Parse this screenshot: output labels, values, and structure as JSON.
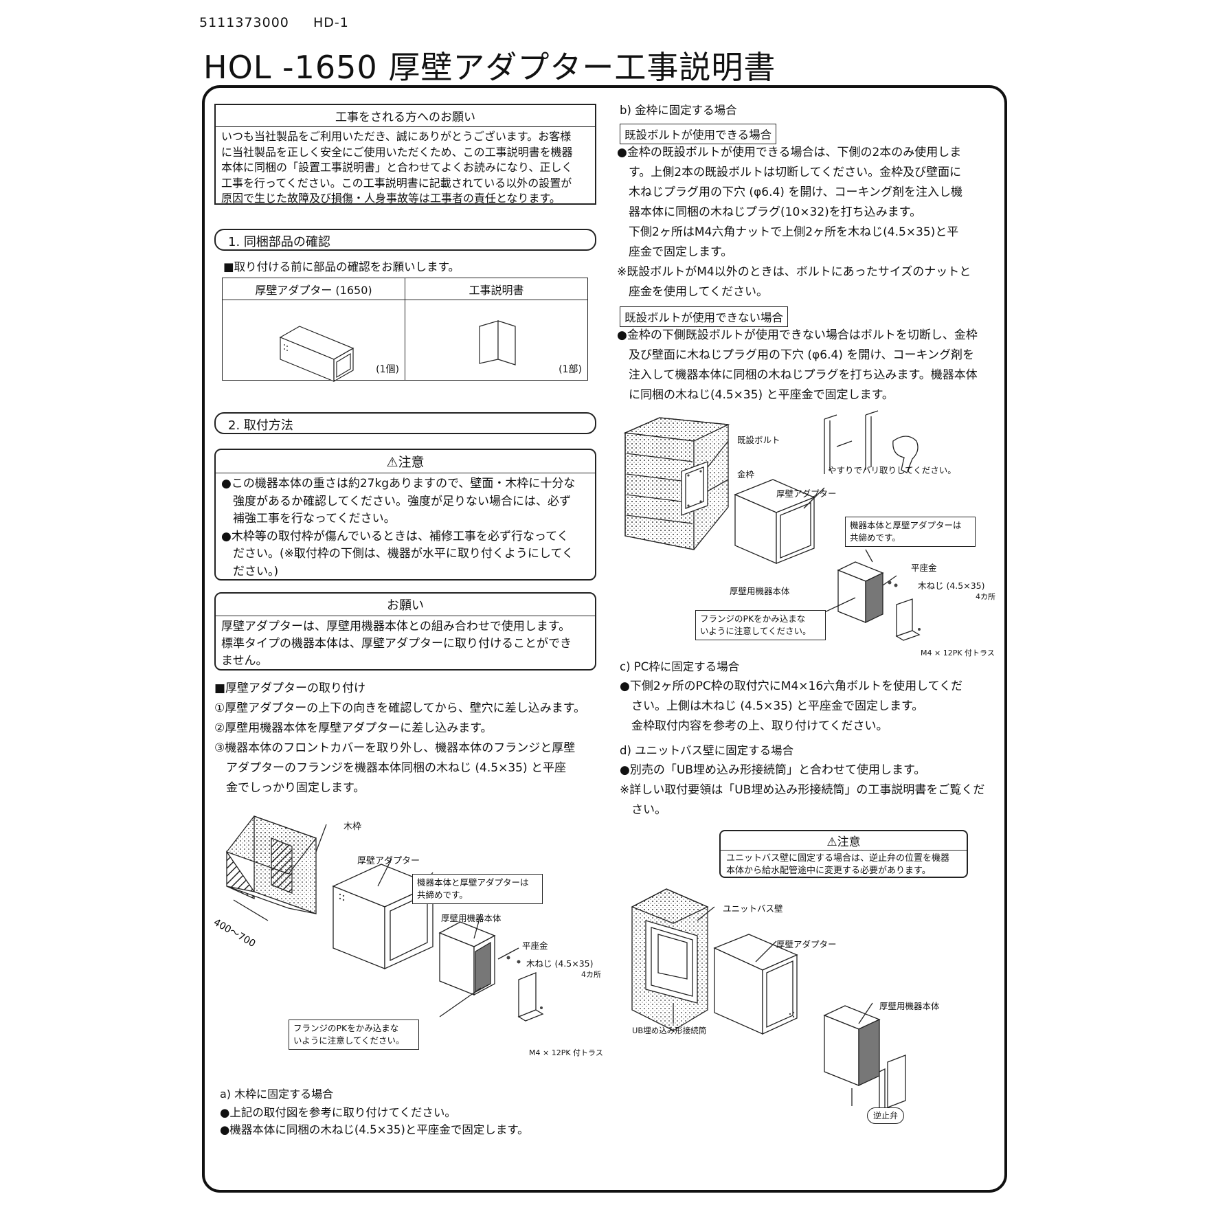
{
  "header": {
    "doc_code": "5111373000",
    "doc_rev": "HD-1",
    "title": "HOL -1650 厚壁アダプター工事説明書"
  },
  "notice_box": {
    "heading": "工事をされる方へのお願い",
    "lines": [
      "いつも当社製品をご利用いただき、誠にありがとうございます。お客様",
      "に当社製品を正しく安全にご使用いただくため、この工事説明書を機器",
      "本体に同梱の「設置工事説明書」と合わせてよくお読みになり、正しく",
      "工事を行ってください。この工事説明書に記載されている以外の設置が",
      "原因で生じた故障及び損傷・人身事故等は工事者の責任となります。"
    ]
  },
  "section1": {
    "heading": "1. 同梱部品の確認",
    "intro": "■取り付ける前に部品の確認をお願いします。",
    "columns": [
      "厚壁アダプター (1650)",
      "工事説明書"
    ],
    "quantities": [
      "(1個)",
      "(1部)"
    ]
  },
  "section2": {
    "heading": "2. 取付方法",
    "caution": {
      "heading": "⚠注意",
      "lines": [
        "●この機器本体の重さは約27kgありますので、壁面・木枠に十分な",
        "　強度があるか確認してください。強度が足りない場合には、必ず",
        "　補強工事を行なってください。",
        "●木枠等の取付枠が傷んでいるときは、補修工事を必ず行なってく",
        "　ださい。(※取付枠の下側は、機器が水平に取り付くようにしてく",
        "　ださい。)"
      ]
    },
    "request": {
      "heading": "お願い",
      "lines": [
        "厚壁アダプターは、厚壁用機器本体との組み合わせで使用します。",
        "標準タイプの機器本体は、厚壁アダプターに取り付けることができ",
        "ません。"
      ]
    },
    "install_heading": "■厚壁アダプターの取り付け",
    "install_steps": [
      "①厚壁アダプターの上下の向きを確認してから、壁穴に差し込みます。",
      "②厚壁用機器本体を厚壁アダプターに差し込みます。",
      "③機器本体のフロントカバーを取り外し、機器本体のフランジと厚壁",
      "　アダプターのフランジを機器本体同梱の木ねじ (4.5×35) と平座",
      "　金でしっかり固定します。"
    ]
  },
  "figure1": {
    "label_wood_frame": "木枠",
    "label_adapter": "厚壁アダプター",
    "callout_cofasten": [
      "機器本体と厚壁アダプターは",
      "共締めです。"
    ],
    "label_unit": "厚壁用機器本体",
    "label_washer": "平座金",
    "label_screw": "木ねじ (4.5×35)",
    "label_4places": "4カ所",
    "dimension": "400～700",
    "callout_flange": [
      "フランジのPKをかみ込まな",
      "いように注意してください。"
    ],
    "label_m4": "M4 × 12PK 付トラス"
  },
  "section_a": {
    "heading": "a) 木枠に固定する場合",
    "lines": [
      "●上記の取付図を参考に取り付けてください。",
      "●機器本体に同梱の木ねじ(4.5×35)と平座金で固定します。"
    ]
  },
  "section_b": {
    "heading": "b) 金枠に固定する場合",
    "existing_ok": {
      "label": "既設ボルトが使用できる場合",
      "lines": [
        "●金枠の既設ボルトが使用できる場合は、下側の2本のみ使用しま",
        "　す。上側2本の既設ボルトは切断してください。金枠及び壁面に",
        "　木ねじプラグ用の下穴 (φ6.4) を開け、コーキング剤を注入し機",
        "　器本体に同梱の木ねじプラグ(10×32)を打ち込みます。",
        "　下側2ヶ所はM4六角ナットで上側2ヶ所を木ねじ(4.5×35)と平",
        "　座金で固定します。",
        "※既設ボルトがM4以外のときは、ボルトにあったサイズのナットと",
        "　座金を使用してください。"
      ]
    },
    "existing_ng": {
      "label": "既設ボルトが使用できない場合",
      "lines": [
        "●金枠の下側既設ボルトが使用できない場合はボルトを切断し、金枠",
        "　及び壁面に木ねじプラグ用の下穴 (φ6.4) を開け、コーキング剤を",
        "　注入して機器本体に同梱の木ねじプラグを打ち込みます。機器本体",
        "　に同梱の木ねじ(4.5×35) と平座金で固定します。"
      ]
    }
  },
  "figure2": {
    "label_bolt": "既設ボルト",
    "label_metal_frame": "金枠",
    "label_file": "やすりでバリ取りしてください。",
    "label_adapter": "厚壁アダプター",
    "callout_cofasten": [
      "機器本体と厚壁アダプターは",
      "共締めです。"
    ],
    "label_washer": "平座金",
    "label_unit": "厚壁用機器本体",
    "label_screw": "木ねじ (4.5×35)",
    "label_4places": "4カ所",
    "callout_flange": [
      "フランジのPKをかみ込まな",
      "いように注意してください。"
    ],
    "label_m4": "M4 × 12PK 付トラス"
  },
  "section_c": {
    "heading": "c) PC枠に固定する場合",
    "lines": [
      "●下側2ヶ所のPC枠の取付穴にM4×16六角ボルトを使用してくだ",
      "　さい。上側は木ねじ (4.5×35) と平座金で固定します。",
      "　金枠取付内容を参考の上、取り付けてください。"
    ]
  },
  "section_d": {
    "heading": "d) ユニットバス壁に固定する場合",
    "lines": [
      "●別売の「UB埋め込み形接続筒」と合わせて使用します。",
      "※詳しい取付要領は「UB埋め込み形接続筒」の工事説明書をご覧くだ",
      "　さい。"
    ],
    "caution": {
      "heading": "⚠注意",
      "lines": [
        "ユニットバス壁に固定する場合は、逆止弁の位置を機器",
        "本体から給水配管途中に変更する必要があります。"
      ]
    }
  },
  "figure3": {
    "label_ub_wall": "ユニットバス壁",
    "label_adapter": "厚壁アダプター",
    "label_unit": "厚壁用機器本体",
    "label_ub_tube": "UB埋め込み形接続筒",
    "label_check_valve": "逆止弁"
  }
}
